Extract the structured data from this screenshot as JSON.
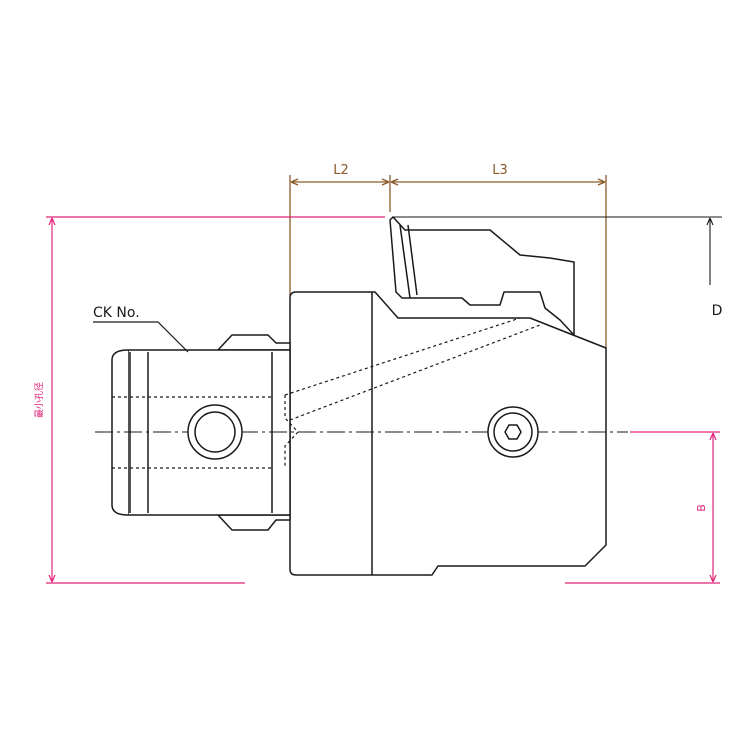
{
  "drawing": {
    "labels": {
      "l2": "L2",
      "l3": "L3",
      "d": "D",
      "b": "B",
      "ck_no": "CK No.",
      "min_bore": "最小孔径"
    },
    "colors": {
      "outline": "#1a1a1a",
      "dimension_brown": "#8b5a2b",
      "dimension_magenta": "#e0247a",
      "background": "#ffffff"
    }
  }
}
